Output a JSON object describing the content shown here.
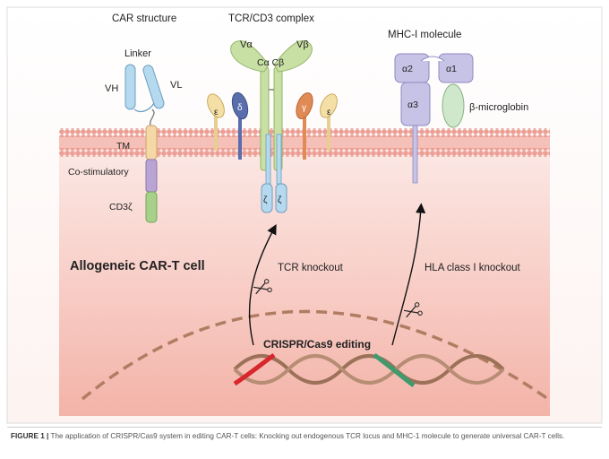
{
  "labels": {
    "car_structure": "CAR structure",
    "tcr_complex": "TCR/CD3 complex",
    "mhc_molecule": "MHC-I molecule",
    "linker": "Linker",
    "vh": "VH",
    "vl": "VL",
    "tm": "TM",
    "costim": "Co-stimulatory",
    "cd3z": "CD3ζ",
    "valpha": "Vα",
    "vbeta": "Vβ",
    "calpha_cbeta": "Cα Cβ",
    "epsilon_left": "ε",
    "delta": "δ",
    "gamma": "γ",
    "epsilon_right": "ε",
    "zeta_left": "ζ",
    "zeta_right": "ζ",
    "alpha2": "α2",
    "alpha1": "α1",
    "alpha3": "α3",
    "b2m": "β-microglobin",
    "cell_title": "Allogeneic CAR-T  cell",
    "tcr_ko": "TCR knockout",
    "hla_ko": "HLA class I  knockout",
    "crispr": "CRISPR/Cas9 editing"
  },
  "caption": {
    "label": "FIGURE 1 |",
    "text": " The application of CRISPR/Cas9 system in editing CAR-T cells: Knocking out endogenous TCR locus and MHC-1 molecule to generate universal CAR-T cells."
  },
  "colors": {
    "cell_top": "#fbe3df",
    "cell_bottom": "#f4b8ae",
    "membrane": "#f0a49a",
    "membrane_head": "#e9958a",
    "nucleus_dash": "#b07d62",
    "dna_strand": "#9b7158",
    "dna_red": "#d8262b",
    "dna_green": "#3f9a6e",
    "green_protein": "#c9e0a4",
    "blue_protein": "#b5d9ee",
    "mhc_purple": "#c7c3e6",
    "b2m_green": "#cfe8cc",
    "tm_peach": "#f6d7a6",
    "costim_purple": "#b8a5d3",
    "cd3z_green": "#a7d18b",
    "delta_navy": "#5a6eac",
    "gamma_orange": "#e08a55",
    "epsilon_yellow": "#f4e0a7"
  }
}
